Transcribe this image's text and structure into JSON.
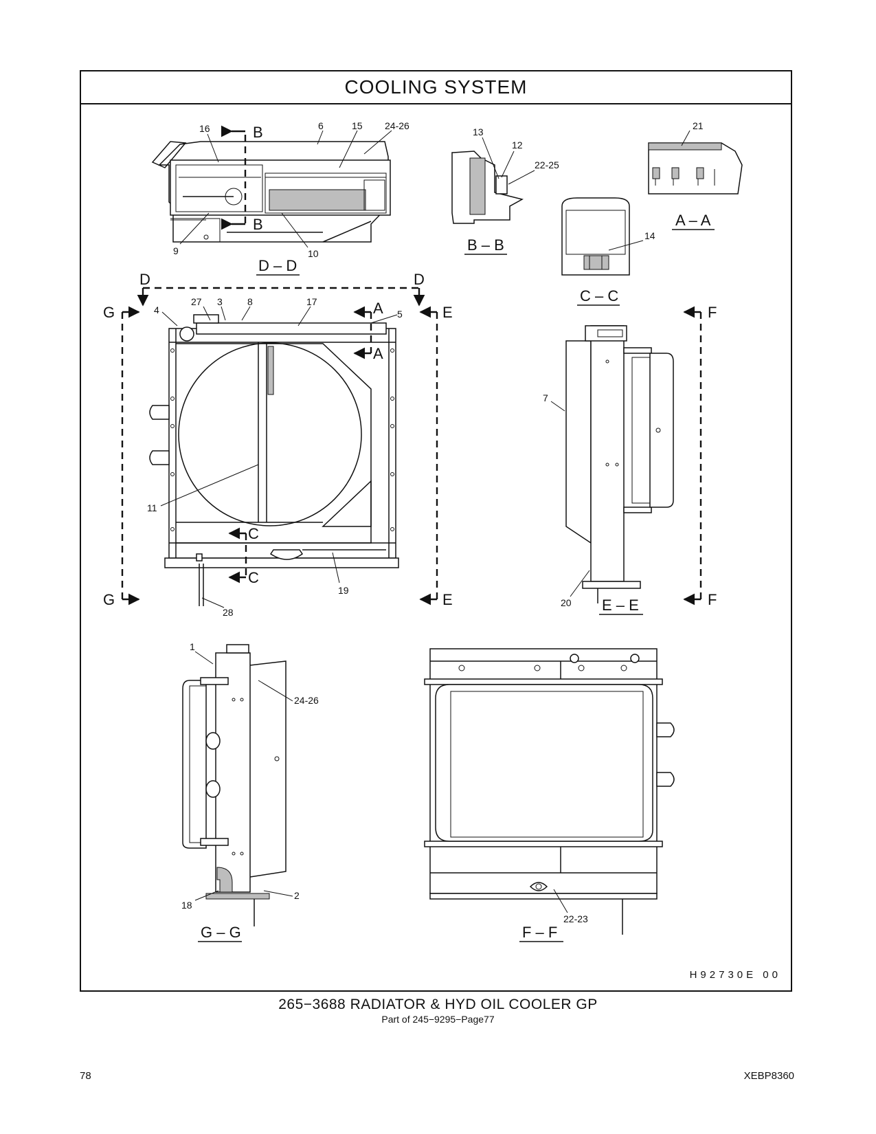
{
  "header": {
    "title": "COOLING   SYSTEM"
  },
  "views": {
    "dd": {
      "label": "D – D",
      "callouts": [
        "16",
        "6",
        "15",
        "24-26",
        "9",
        "10"
      ],
      "sections": [
        "B",
        "B"
      ]
    },
    "bb": {
      "label": "B – B",
      "callouts": [
        "13",
        "12",
        "22-25"
      ]
    },
    "aa": {
      "label": "A – A",
      "callouts": [
        "21"
      ]
    },
    "cc": {
      "label": "C – C",
      "callouts": [
        "14"
      ]
    },
    "front": {
      "callouts": [
        "4",
        "27",
        "3",
        "8",
        "17",
        "5",
        "11",
        "19",
        "28"
      ],
      "sections": [
        "D",
        "D",
        "G",
        "G",
        "E",
        "E",
        "A",
        "A",
        "C",
        "C"
      ]
    },
    "ee": {
      "label": "E – E",
      "callouts": [
        "7",
        "20"
      ],
      "sections": [
        "F",
        "F"
      ]
    },
    "gg": {
      "label": "G – G",
      "callouts": [
        "1",
        "24-26",
        "18",
        "2"
      ]
    },
    "ff": {
      "label": "F – F",
      "callouts": [
        "22-23"
      ]
    }
  },
  "drawing_code": "H92730E     00",
  "caption": {
    "main": "265−3688   RADIATOR  &  HYD  OIL  COOLER  GP",
    "sub": "Part of 245−9295−Page77"
  },
  "footer": {
    "page_number": "78",
    "doc_id": "XEBP8360"
  }
}
